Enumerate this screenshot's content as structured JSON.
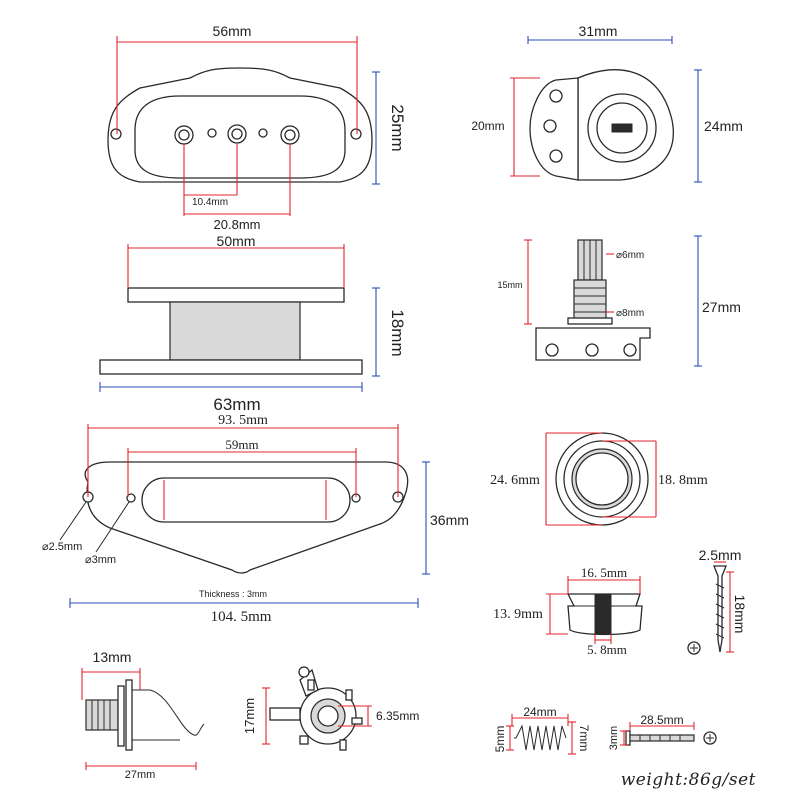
{
  "labels": {
    "pickup_top_width": "56mm",
    "pickup_top_height": "25mm",
    "pole_spacing_small": "10.4mm",
    "pole_spacing_large": "20.8mm",
    "pickup_side_top": "50mm",
    "pickup_side_height": "18mm",
    "pickup_side_bottom": "63mm",
    "plate_outer_holes": "93. 5mm",
    "plate_slot": "59mm",
    "plate_height": "36mm",
    "plate_hole_large": "⌀2.5mm",
    "plate_hole_small": "⌀3mm",
    "plate_thickness": "Thickness : 3mm",
    "plate_length": "104. 5mm",
    "pot_top_width": "31mm",
    "pot_top_inner": "20mm",
    "pot_top_height": "24mm",
    "pot_side_shaft": "⌀6mm",
    "pot_side_thread_len": "15mm",
    "pot_side_thread": "⌀8mm",
    "pot_side_height": "27mm",
    "knob_outer": "24. 6mm",
    "knob_inner": "18. 8mm",
    "knob_side_top": "16. 5mm",
    "knob_side_height": "13. 9mm",
    "knob_side_bore": "5. 8mm",
    "screw_diameter": "2.5mm",
    "screw_length": "18mm",
    "jack_width": "13mm",
    "jack_length": "27mm",
    "jack_round_height": "17mm",
    "jack_round_bore": "6.35mm",
    "spring_length": "24mm",
    "spring_small": "5mm",
    "spring_large": "7mm",
    "bolt_length": "28.5mm",
    "bolt_diameter": "3mm"
  },
  "footer": {
    "weight": "weight:86g/set"
  },
  "colors": {
    "dimension_red": "#e0262d",
    "dimension_blue": "#2b4fb8",
    "outline": "#2a2a2a"
  }
}
